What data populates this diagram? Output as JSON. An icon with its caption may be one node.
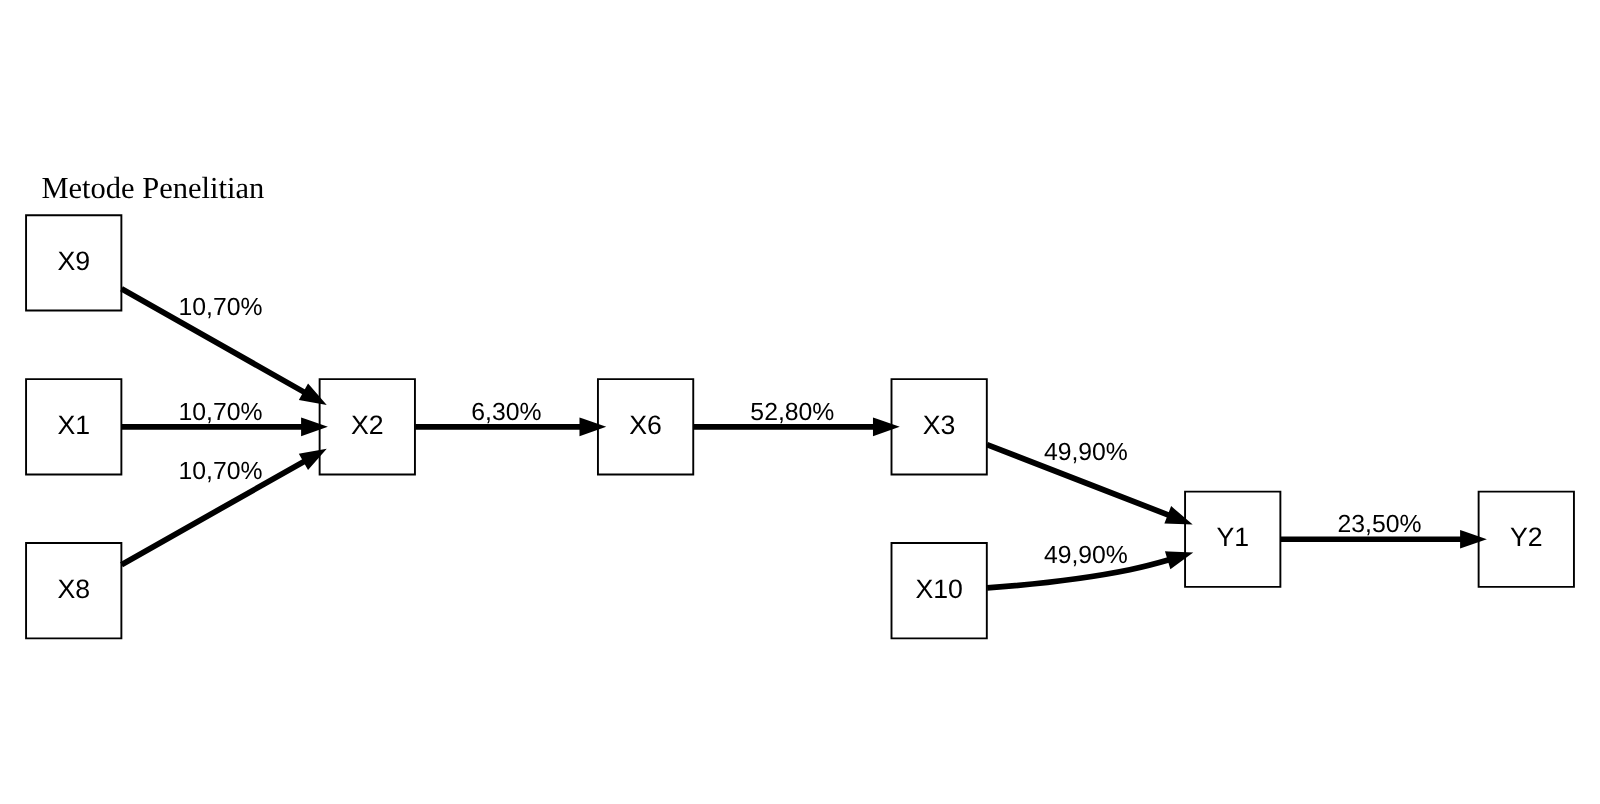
{
  "diagram": {
    "title": "Metode Penelitian",
    "nodes": [
      {
        "text": [
          "X9"
        ]
      },
      {
        "text": [
          "X6"
        ]
      },
      {
        "text": [
          "X10"
        ]
      },
      {
        "text": [
          "X1"
        ]
      },
      {
        "text": [
          "X2"
        ]
      },
      {
        "text": [
          "X3"
        ]
      },
      {
        "text": [
          "Y1"
        ]
      },
      {
        "text": [
          "X8"
        ]
      },
      {
        "text": [
          "Y2"
        ]
      }
    ],
    "edges": [
      {
        "from": 0,
        "to": 4,
        "arrow": "to",
        "label": "10,70%"
      },
      {
        "from": 3,
        "to": 4,
        "arrow": "to",
        "label": "10,70%"
      },
      {
        "from": 7,
        "to": 4,
        "arrow": "to",
        "label": "10,70%"
      },
      {
        "from": 4,
        "to": 1,
        "arrow": "to",
        "label": "6,30%"
      },
      {
        "from": 1,
        "to": 5,
        "arrow": "to",
        "label": "52,80%"
      },
      {
        "from": 5,
        "to": 6,
        "arrow": "to",
        "label": "49,90%"
      },
      {
        "from": 2,
        "to": 6,
        "arrow": "to",
        "label": "49,90%"
      },
      {
        "from": 6,
        "to": 8,
        "arrow": "to",
        "label": "23,50%"
      }
    ]
  }
}
